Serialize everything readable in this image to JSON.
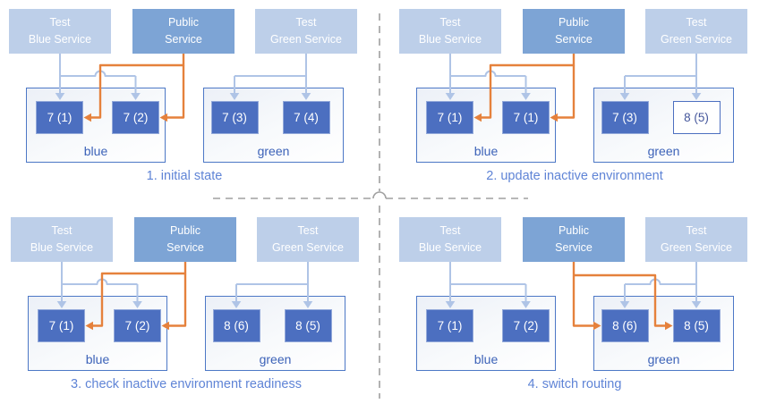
{
  "colors": {
    "service_light": "#bdcfe9",
    "service_dark": "#7da4d5",
    "pod_fill": "#4c6fc0",
    "pod_border": "#93a9da",
    "pod_outline_border": "#4c6fc0",
    "pod_outline_text": "#44569b",
    "env_border": "#4d78c6",
    "env_label": "#3c62b8",
    "arrow_light": "#afc4e6",
    "arrow_orange": "#e5813c",
    "caption": "#5f84d6",
    "divider": "#a0a0a0"
  },
  "panels": [
    {
      "caption": "1. initial state",
      "public_route": "blue",
      "services": [
        {
          "name": "test-blue-service",
          "label": "Test\nBlue Service",
          "variant": "light"
        },
        {
          "name": "public-service",
          "label": "Public\nService",
          "variant": "dark"
        },
        {
          "name": "test-green-service",
          "label": "Test\nGreen Service",
          "variant": "light"
        }
      ],
      "environments": [
        {
          "name": "blue",
          "pods": [
            {
              "label": "7 (1)",
              "variant": "filled"
            },
            {
              "label": "7 (2)",
              "variant": "filled"
            }
          ]
        },
        {
          "name": "green",
          "pods": [
            {
              "label": "7 (3)",
              "variant": "filled"
            },
            {
              "label": "7 (4)",
              "variant": "filled"
            }
          ]
        }
      ]
    },
    {
      "caption": "2. update inactive environment",
      "public_route": "blue",
      "services": [
        {
          "name": "test-blue-service",
          "label": "Test\nBlue Service",
          "variant": "light"
        },
        {
          "name": "public-service",
          "label": "Public\nService",
          "variant": "dark"
        },
        {
          "name": "test-green-service",
          "label": "Test\nGreen Service",
          "variant": "light"
        }
      ],
      "environments": [
        {
          "name": "blue",
          "pods": [
            {
              "label": "7 (1)",
              "variant": "filled"
            },
            {
              "label": "7 (1)",
              "variant": "filled"
            }
          ]
        },
        {
          "name": "green",
          "pods": [
            {
              "label": "7 (3)",
              "variant": "filled"
            },
            {
              "label": "8 (5)",
              "variant": "outline"
            }
          ]
        }
      ]
    },
    {
      "caption": "3. check inactive environment readiness",
      "public_route": "blue",
      "services": [
        {
          "name": "test-blue-service",
          "label": "Test\nBlue Service",
          "variant": "light"
        },
        {
          "name": "public-service",
          "label": "Public\nService",
          "variant": "dark"
        },
        {
          "name": "test-green-service",
          "label": "Test\nGreen Service",
          "variant": "light"
        }
      ],
      "environments": [
        {
          "name": "blue",
          "pods": [
            {
              "label": "7 (1)",
              "variant": "filled"
            },
            {
              "label": "7 (2)",
              "variant": "filled"
            }
          ]
        },
        {
          "name": "green",
          "pods": [
            {
              "label": "8 (6)",
              "variant": "filled"
            },
            {
              "label": "8 (5)",
              "variant": "filled"
            }
          ]
        }
      ]
    },
    {
      "caption": "4. switch routing",
      "public_route": "green",
      "services": [
        {
          "name": "test-blue-service",
          "label": "Test\nBlue Service",
          "variant": "light"
        },
        {
          "name": "public-service",
          "label": "Public\nService",
          "variant": "dark"
        },
        {
          "name": "test-green-service",
          "label": "Test\nGreen Service",
          "variant": "light"
        }
      ],
      "environments": [
        {
          "name": "blue",
          "pods": [
            {
              "label": "7 (1)",
              "variant": "filled"
            },
            {
              "label": "7 (2)",
              "variant": "filled"
            }
          ]
        },
        {
          "name": "green",
          "pods": [
            {
              "label": "8 (6)",
              "variant": "filled"
            },
            {
              "label": "8 (5)",
              "variant": "filled"
            }
          ]
        }
      ]
    }
  ]
}
